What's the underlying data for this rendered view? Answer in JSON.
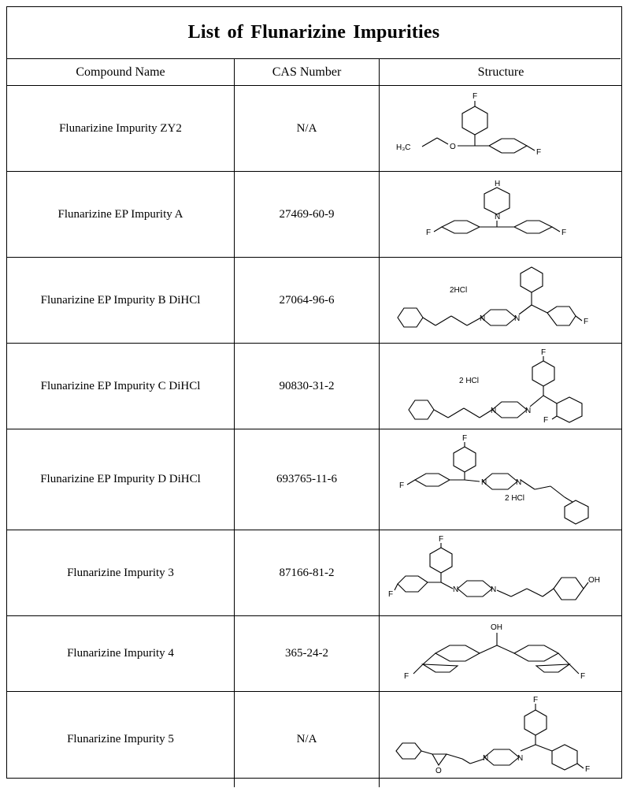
{
  "title": "List  of  Flunarizine Impurities",
  "headers": {
    "name": "Compound Name",
    "cas": "CAS Number",
    "structure": "Structure"
  },
  "rows": [
    {
      "name": "Flunarizine Impurity ZY2",
      "cas": "N/A",
      "labels": {
        "f1": "F",
        "f2": "F",
        "o": "O",
        "h3c": "H₃C"
      }
    },
    {
      "name": "Flunarizine EP Impurity A",
      "cas": "27469-60-9",
      "labels": {
        "nh": "H",
        "n": "N",
        "f1": "F",
        "f2": "F"
      }
    },
    {
      "name": "Flunarizine EP Impurity B DiHCl",
      "cas": "27064-96-6",
      "labels": {
        "salt": "2HCl",
        "n1": "N",
        "n2": "N",
        "f": "F"
      }
    },
    {
      "name": "Flunarizine EP Impurity C DiHCl",
      "cas": "90830-31-2",
      "labels": {
        "salt": "2 HCl",
        "n1": "N",
        "n2": "N",
        "f1": "F",
        "f2": "F"
      }
    },
    {
      "name": "Flunarizine EP Impurity D DiHCl",
      "cas": "693765-11-6",
      "labels": {
        "salt": "2 HCl",
        "n1": "N",
        "n2": "N",
        "f1": "F",
        "f2": "F"
      }
    },
    {
      "name": "Flunarizine Impurity 3",
      "cas": "87166-81-2",
      "labels": {
        "n1": "N",
        "n2": "N",
        "f1": "F",
        "f2": "F",
        "oh": "OH"
      }
    },
    {
      "name": "Flunarizine Impurity 4",
      "cas": "365-24-2",
      "labels": {
        "oh": "OH",
        "f1": "F",
        "f2": "F"
      }
    },
    {
      "name": "Flunarizine Impurity 5",
      "cas": "N/A",
      "labels": {
        "o": "O",
        "n1": "N",
        "n2": "N",
        "f1": "F",
        "f2": "F"
      }
    }
  ]
}
